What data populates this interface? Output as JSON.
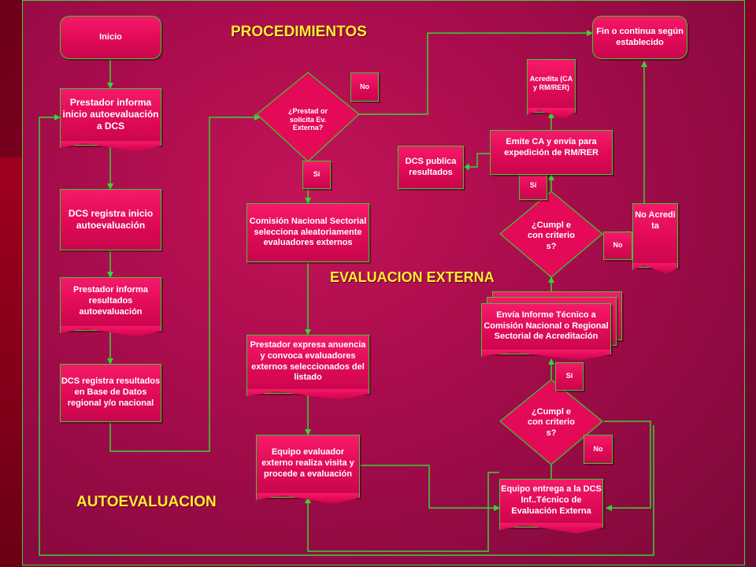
{
  "titles": {
    "procedimientos": "PROCEDIMIENTOS",
    "evaluacion_externa": "EVALUACION EXTERNA",
    "autoevaluacion": "AUTOEVALUACION"
  },
  "nodes": {
    "inicio": "Inicio",
    "prestador_informa_inicio": "Prestador informa inicio autoevaluación a DCS",
    "dcs_registra_inicio": "DCS registra inicio autoevaluación",
    "prestador_informa_resultados": "Prestador informa resultados autoevaluación",
    "dcs_registra_resultados": "DCS registra resultados en Base de Datos regional y/o nacional",
    "prestador_solicita": "¿Prestad or solicita Ev. Externa?",
    "no_1": "No",
    "si_1": "Sí",
    "comision_selecciona": "Comisión Nacional Sectorial selecciona aleatoriamente evaluadores externos",
    "prestador_expresa": "Prestador expresa anuencia y convoca evaluadores externos seleccionados del listado",
    "equipo_realiza": "Equipo evaluador externo realiza visita y procede a evaluación",
    "equipo_entrega": "Equipo entrega a la DCS Inf..Técnico de Evaluación Externa",
    "cumple_1": "¿Cumpl e con criterio s?",
    "no_2": "No",
    "si_2": "Sí",
    "envia_informe": "Envía Informe Técnico a Comisión Nacional o Regional Sectorial de Acreditación",
    "cumple_2": "¿Cumpl e con criterio s?",
    "no_3": "No",
    "si_3": "Sí",
    "no_acredita": "No Acredi ta",
    "emite_ca": "Emite CA y envía para expedición de RM/RER",
    "acredita": "Acredita (CA y RM/RER)",
    "dcs_publica": "DCS publica resultados",
    "fin": "Fin o continua según establecido"
  }
}
